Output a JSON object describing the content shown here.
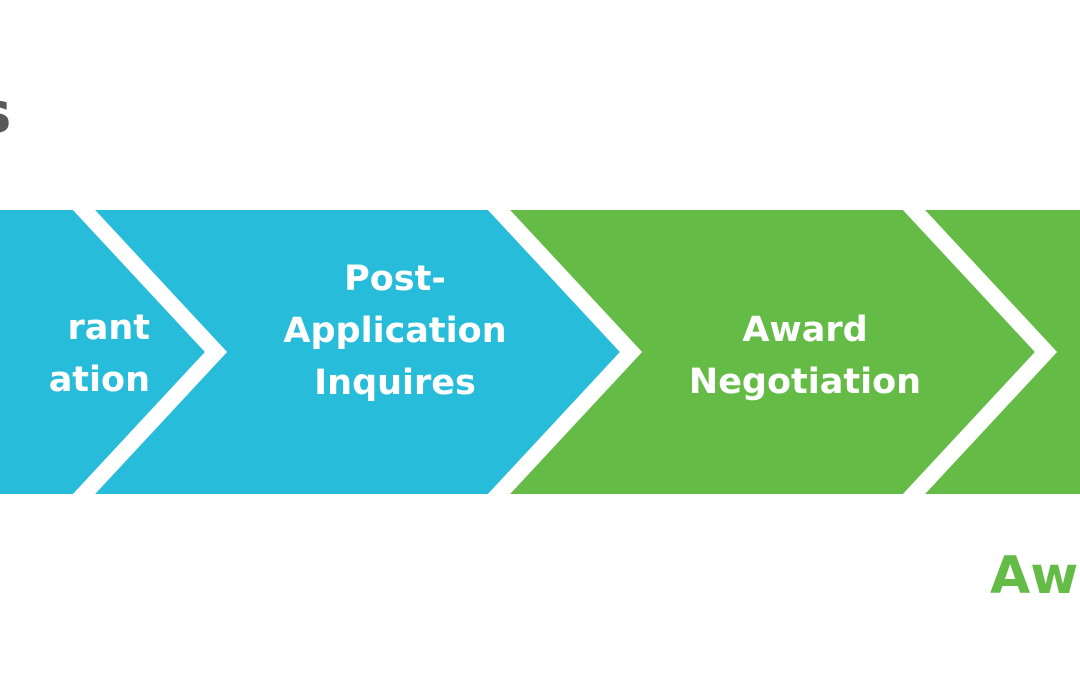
{
  "diagram": {
    "title_fragment": "s",
    "colors": {
      "blue": "#27BCD9",
      "green": "#64BB46",
      "title_gray": "#58595B",
      "separator": "#FFFFFF"
    },
    "steps": [
      {
        "id": "grant-application",
        "lines": [
          "rant",
          "ation"
        ],
        "color": "blue",
        "partially_visible": true
      },
      {
        "id": "post-application-inquires",
        "lines": [
          "Post-",
          "Application",
          "Inquires"
        ],
        "color": "blue",
        "partially_visible": false
      },
      {
        "id": "award-negotiation",
        "lines": [
          "Award",
          "Negotiation"
        ],
        "color": "green",
        "partially_visible": false
      },
      {
        "id": "next-stage",
        "lines": [],
        "color": "green",
        "partially_visible": true
      }
    ],
    "bottom_label": "Aw"
  }
}
